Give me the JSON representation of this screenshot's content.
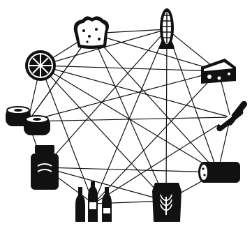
{
  "diagram": {
    "nodes": [
      {
        "id": "bread",
        "icon": "bread-loaf-icon"
      },
      {
        "id": "corn",
        "icon": "corn-cob-icon"
      },
      {
        "id": "cheese",
        "icon": "cheese-wedge-icon"
      },
      {
        "id": "sausages",
        "icon": "sausages-icon"
      },
      {
        "id": "salami",
        "icon": "salami-icon"
      },
      {
        "id": "flour",
        "icon": "flour-bag-icon"
      },
      {
        "id": "bottles",
        "icon": "bottles-icon"
      },
      {
        "id": "jar",
        "icon": "jar-icon"
      },
      {
        "id": "sushi",
        "icon": "sushi-rolls-icon"
      },
      {
        "id": "orange",
        "icon": "orange-slice-icon"
      }
    ],
    "edges": [
      [
        "bread",
        "corn"
      ],
      [
        "bread",
        "orange"
      ],
      [
        "bread",
        "cheese"
      ],
      [
        "bread",
        "salami"
      ],
      [
        "bread",
        "flour"
      ],
      [
        "bread",
        "sushi"
      ],
      [
        "corn",
        "cheese"
      ],
      [
        "corn",
        "orange"
      ],
      [
        "corn",
        "jar"
      ],
      [
        "corn",
        "bottles"
      ],
      [
        "corn",
        "flour"
      ],
      [
        "corn",
        "salami"
      ],
      [
        "cheese",
        "sausages"
      ],
      [
        "cheese",
        "orange"
      ],
      [
        "cheese",
        "sushi"
      ],
      [
        "cheese",
        "bottles"
      ],
      [
        "sausages",
        "salami"
      ],
      [
        "sausages",
        "sushi"
      ],
      [
        "sausages",
        "bottles"
      ],
      [
        "sausages",
        "orange"
      ],
      [
        "salami",
        "flour"
      ],
      [
        "salami",
        "orange"
      ],
      [
        "salami",
        "jar"
      ],
      [
        "flour",
        "bottles"
      ],
      [
        "flour",
        "jar"
      ],
      [
        "flour",
        "orange"
      ],
      [
        "bottles",
        "jar"
      ],
      [
        "bottles",
        "orange"
      ],
      [
        "jar",
        "sushi"
      ],
      [
        "sushi",
        "orange"
      ],
      [
        "sushi",
        "bread"
      ]
    ],
    "colors": {
      "ink": "#111111",
      "background": "#ffffff"
    }
  }
}
